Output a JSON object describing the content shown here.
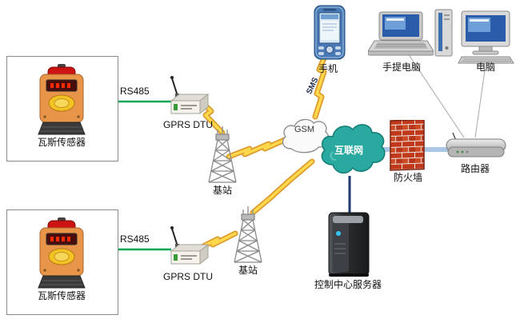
{
  "nodes": {
    "sensor1": {
      "label": "瓦斯传感器"
    },
    "sensor2": {
      "label": "瓦斯传感器"
    },
    "dtu1": {
      "label": "GPRS  DTU"
    },
    "dtu2": {
      "label": "GPRS  DTU"
    },
    "base1": {
      "label": "基站"
    },
    "base2": {
      "label": "基站"
    },
    "gsm": {
      "label": "GSM"
    },
    "internet": {
      "label": "互联网"
    },
    "phone": {
      "label": "手机"
    },
    "laptop": {
      "label": "手提电脑"
    },
    "pc": {
      "label": "电脑"
    },
    "firewall": {
      "label": "防火墙"
    },
    "router": {
      "label": "路由器"
    },
    "server": {
      "label": "控制中心服务器"
    }
  },
  "links": {
    "rs485_1": {
      "label": "RS485"
    },
    "rs485_2": {
      "label": "RS485"
    },
    "sms": {
      "label": "SMS"
    }
  },
  "colors": {
    "rs485_line": "#00a651",
    "lightning_fill": "#ffd94b",
    "lightning_edge": "#dd9a2e",
    "internet_cloud": "#2aa9a0",
    "gsm_cloud": "#fafafa",
    "ethernet_line": "#aac8e6",
    "server_line": "#1e3a70",
    "firewall_brick": "#c0391b"
  }
}
